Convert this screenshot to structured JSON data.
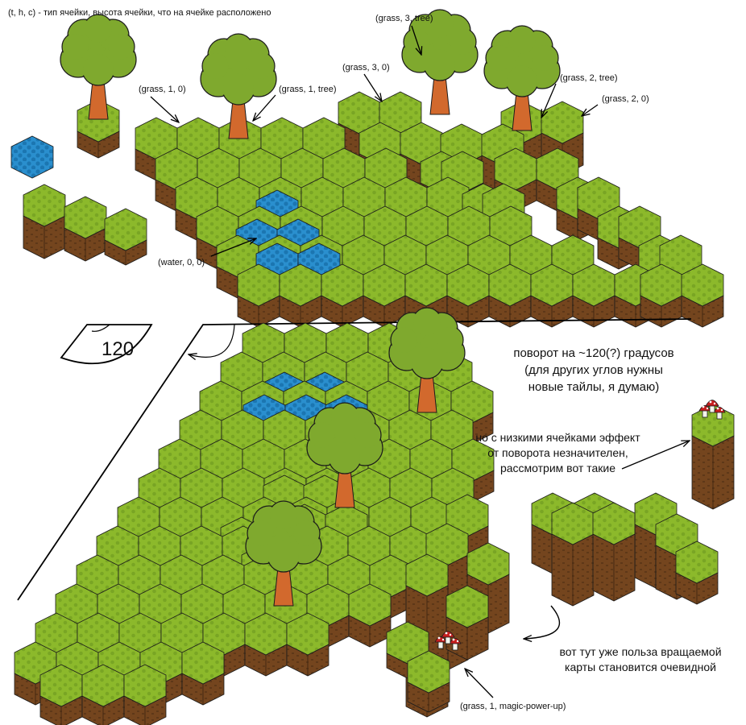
{
  "legend": "(t, h, c) - тип ячейки, высота ячейки, что на ячейке расположено",
  "labels": {
    "grass_1_0": "(grass, 1, 0)",
    "grass_1_tree": "(grass, 1, tree)",
    "grass_3_0": "(grass, 3, 0)",
    "grass_3_tree": "(grass, 3, tree)",
    "grass_2_tree": "(grass, 2, tree)",
    "grass_2_0": "(grass, 2, 0)",
    "water_0_0": "(water, 0, 0)",
    "grass_1_powerup": "(grass, 1, magic-power-up)"
  },
  "angle": "120",
  "rotation_note": [
    "поворот на ~120(?) градусов",
    "(для других углов нужны",
    "новые тайлы, я думаю)"
  ],
  "low_cells_note": [
    "но с низкими ячейками эффект",
    "от поворота незначителен,",
    "рассмотрим вот такие"
  ],
  "benefit_note": [
    "вот тут уже польза вращаемой",
    "карты становится очевидной"
  ],
  "colors": {
    "grass_top": "#8cb92b",
    "grass_dot": "#79a524",
    "dirt": "#74451e",
    "dirt_dark": "#5e3818",
    "water": "#2a8fce",
    "water_dot": "#1b76b1",
    "tree_crown": "#7fa92e",
    "tree_trunk": "#d2692d",
    "mushroom_cap": "#c71e1e"
  }
}
